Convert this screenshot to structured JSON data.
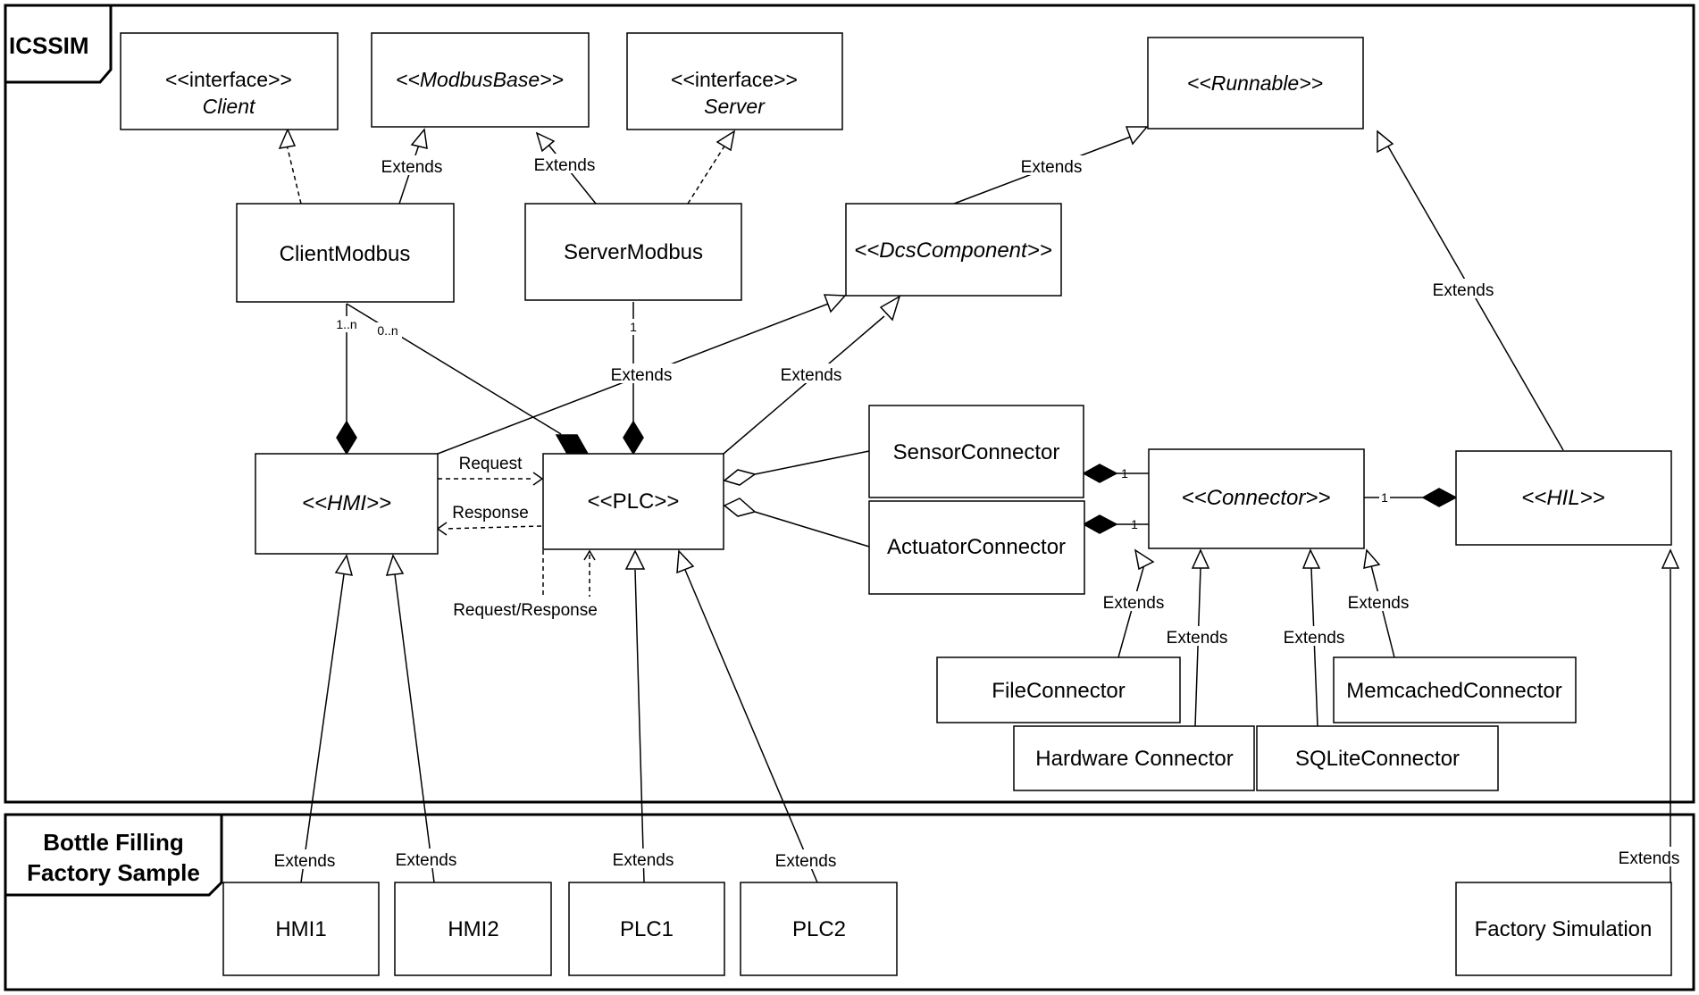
{
  "frames": {
    "top_label": "ICSSIM",
    "bottom_label_line1": "Bottle Filling",
    "bottom_label_line2": "Factory Sample"
  },
  "classes": {
    "client": {
      "stereotype": "<<interface>>",
      "name": "Client"
    },
    "modbus_base": {
      "name": "<<ModbusBase>>"
    },
    "server": {
      "stereotype": "<<interface>>",
      "name": "Server"
    },
    "runnable": {
      "name": "<<Runnable>>"
    },
    "client_modbus": {
      "name": "ClientModbus"
    },
    "server_modbus": {
      "name": "ServerModbus"
    },
    "dcs_component": {
      "name": "<<DcsComponent>>"
    },
    "hmi": {
      "name": "<<HMI>>"
    },
    "plc": {
      "name": "<<PLC>>"
    },
    "sensor_connector": {
      "name": "SensorConnector"
    },
    "actuator_connector": {
      "name": "ActuatorConnector"
    },
    "connector": {
      "name": "<<Connector>>"
    },
    "hil": {
      "name": "<<HIL>>"
    },
    "file_connector": {
      "name": "FileConnector"
    },
    "memcached_connector": {
      "name": "MemcachedConnector"
    },
    "hardware_connector": {
      "name": "Hardware Connector"
    },
    "sqlite_connector": {
      "name": "SQLiteConnector"
    },
    "hmi1": {
      "name": "HMI1"
    },
    "hmi2": {
      "name": "HMI2"
    },
    "plc1": {
      "name": "PLC1"
    },
    "plc2": {
      "name": "PLC2"
    },
    "factory_simulation": {
      "name": "Factory Simulation"
    }
  },
  "labels": {
    "extends": "Extends",
    "request": "Request",
    "response": "Response",
    "request_response": "Request/Response"
  },
  "multiplicities": {
    "client_hmi": "1..n",
    "client_plc": "0..n",
    "server_plc": "1",
    "sensor_connector": "1",
    "actuator_connector": "1",
    "connector_hil": "1"
  }
}
